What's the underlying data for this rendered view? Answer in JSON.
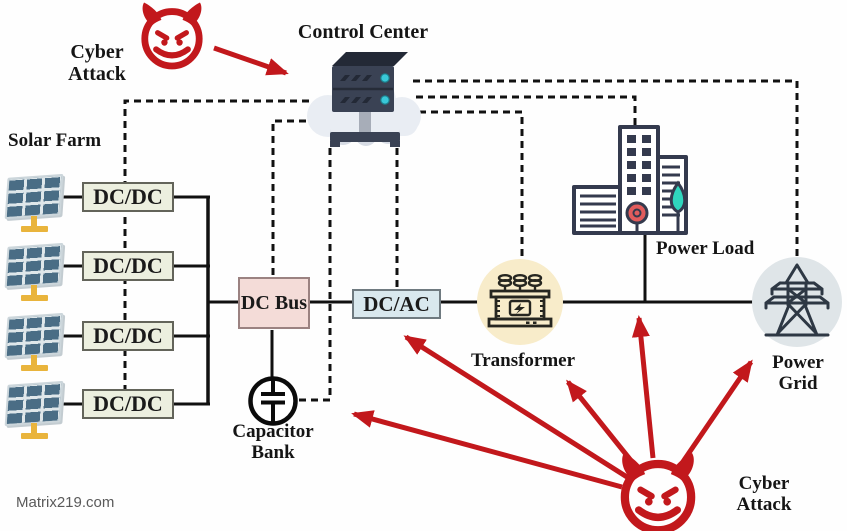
{
  "labels": {
    "cyber_attack_top": {
      "line1": "Cyber",
      "line2": "Attack"
    },
    "control_center": "Control Center",
    "solar_farm": "Solar Farm",
    "dcdc": "DC/DC",
    "dc_bus": {
      "line1": "DC",
      "line2": "Bus"
    },
    "dcac": "DC/AC",
    "transformer": "Transformer",
    "capacitor_bank": {
      "line1": "Capacitor",
      "line2": "Bank"
    },
    "power_load": "Power Load",
    "power_grid": {
      "line1": "Power",
      "line2": "Grid"
    },
    "cyber_attack_bottom": {
      "line1": "Cyber",
      "line2": "Attack"
    },
    "watermark": "Matrix219.com"
  },
  "colors": {
    "attack_red": "#c2181c",
    "line_black": "#111111",
    "dcdc_fill": "#ecefdf",
    "dcdc_border": "#63645a",
    "dcbus_fill": "#f4dcd8",
    "dcbus_border": "#9b8281",
    "dcac_fill": "#d9e8ee",
    "dcac_border": "#6f7a80",
    "transformer_circle": "#f8ecca",
    "grid_circle": "#dfe5e8",
    "panel_blue": "#4a6d85",
    "panel_stand": "#e9b43c",
    "icon_dark": "#2e3644",
    "icon_stroke": "#262620",
    "server_teal": "#39c8d8",
    "tree_red": "#e25c5c",
    "tree_teal": "#2fd6bd"
  },
  "diagram": {
    "nodes": [
      "Solar Farm",
      "DC/DC",
      "DC Bus",
      "Capacitor Bank",
      "DC/AC",
      "Transformer",
      "Power Load",
      "Power Grid",
      "Control Center"
    ],
    "attack_targets": [
      "Control Center",
      "Capacitor Bank",
      "DC/AC",
      "Transformer",
      "Power Load feeder",
      "Power Grid"
    ],
    "control_links_dashed": [
      "DC/DC converters",
      "DC Bus",
      "Capacitor Bank",
      "DC/AC",
      "Transformer",
      "Power Load",
      "Power Grid"
    ]
  }
}
